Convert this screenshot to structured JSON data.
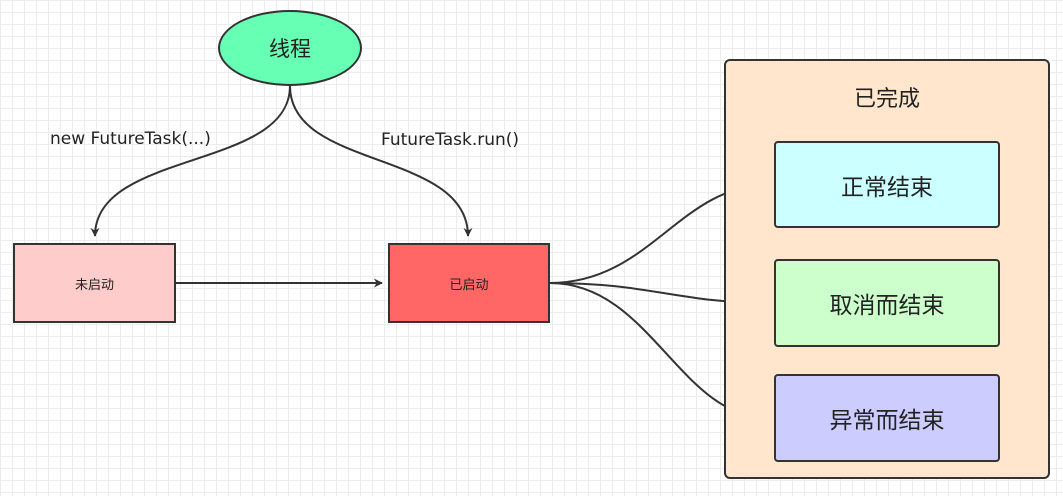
{
  "nodes": {
    "thread": {
      "label": "线程",
      "fill": "#66ffb3",
      "stroke": "#333333"
    },
    "not_started": {
      "label": "未启动",
      "fill": "#ffcccc",
      "stroke": "#333333"
    },
    "started": {
      "label": "已启动",
      "fill": "#ff6666",
      "stroke": "#333333"
    },
    "completed_group": {
      "label": "已完成",
      "fill": "#ffe6cc",
      "stroke": "#333333"
    },
    "normal_end": {
      "label": "正常结束",
      "fill": "#ccffff",
      "stroke": "#333333"
    },
    "cancel_end": {
      "label": "取消而结束",
      "fill": "#ccffcc",
      "stroke": "#333333"
    },
    "exception_end": {
      "label": "异常而结束",
      "fill": "#ccccff",
      "stroke": "#333333"
    }
  },
  "edges": [
    {
      "from": "thread",
      "to": "not_started",
      "label": "new FutureTask(...)"
    },
    {
      "from": "thread",
      "to": "started",
      "label": "FutureTask.run()"
    },
    {
      "from": "not_started",
      "to": "started",
      "label": ""
    },
    {
      "from": "started",
      "to": "normal_end",
      "label": ""
    },
    {
      "from": "started",
      "to": "cancel_end",
      "label": ""
    },
    {
      "from": "started",
      "to": "exception_end",
      "label": ""
    }
  ]
}
